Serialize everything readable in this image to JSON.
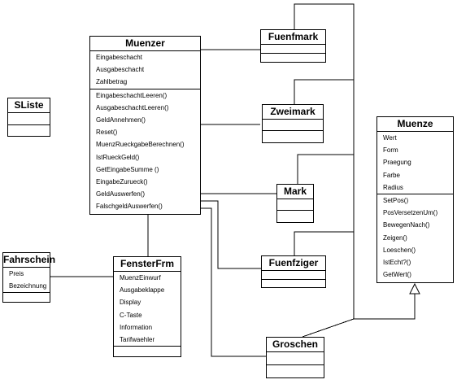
{
  "classes": {
    "muenzer": {
      "name": "Muenzer",
      "attributes": [
        "Eingabeschacht",
        "Ausgabeschacht",
        "Zahlbetrag"
      ],
      "methods": [
        "EingabeschachtLeeren()",
        "AusgabeschachtLeeren()",
        "GeldAnnehmen()",
        "Reset()",
        "MuenzRueckgabeBerechnen()",
        "IstRueckGeld()",
        "GetEingabeSumme ()",
        "EingabeZurueck()",
        "GeldAuswerfen()",
        "FalschgeldAuswerfen()"
      ]
    },
    "fuenfmark": {
      "name": "Fuenfmark"
    },
    "sliste": {
      "name": "SListe"
    },
    "zweimark": {
      "name": "Zweimark"
    },
    "muenze": {
      "name": "Muenze",
      "attributes": [
        "Wert",
        "Form",
        "Praegung",
        "Farbe",
        "Radius"
      ],
      "methods": [
        "SetPos()",
        "PosVersetzenUm()",
        "BewegenNach()",
        "Zeigen()",
        "Loeschen()",
        "IstEcht?()",
        "GetWert()"
      ]
    },
    "mark": {
      "name": "Mark"
    },
    "fahrschein": {
      "name": "Fahrschein",
      "attributes": [
        "Preis",
        "Bezeichnung"
      ]
    },
    "fensterfrm": {
      "name": "FensterFrm",
      "attributes": [
        "MuenzEinwurf",
        "Ausgabeklappe",
        "Display",
        "C-Taste",
        "Information",
        "Tarifwaehler"
      ]
    },
    "fuenfziger": {
      "name": "Fuenfziger"
    },
    "groschen": {
      "name": "Groschen"
    }
  }
}
